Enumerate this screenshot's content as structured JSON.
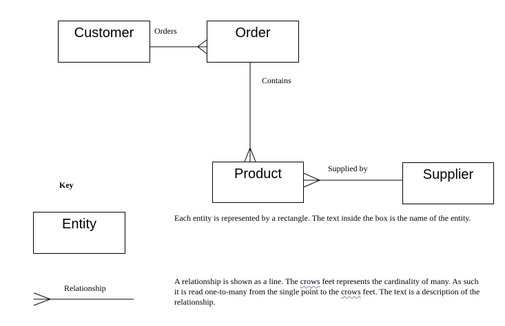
{
  "entities": {
    "customer": "Customer",
    "order": "Order",
    "product": "Product",
    "supplier": "Supplier"
  },
  "relationships": {
    "orders": "Orders",
    "contains": "Contains",
    "supplied_by": "Supplied by"
  },
  "key": {
    "title": "Key",
    "entity_example": "Entity",
    "entity_description": "Each entity is represented by a rectangle. The text inside the box is the name of the entity.",
    "relationship_label": "Relationship",
    "relationship_desc": {
      "part1": "A relationship is  shown as a line.  The ",
      "crows1": "crows",
      "part2": " feet represents the cardinality of many. As such it is read one-to-many from the single point to the ",
      "crows2": "crows",
      "part3": " feet. The text is  a description of the relationship."
    }
  }
}
